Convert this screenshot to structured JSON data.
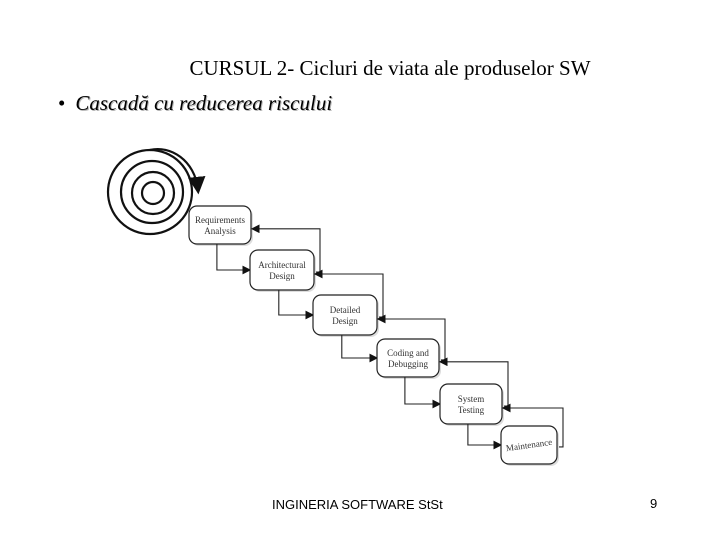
{
  "slide": {
    "title": "CURSUL 2- Cicluri de viata ale produselor SW",
    "bullet": "Cascadă cu reducerea riscului"
  },
  "diagram": {
    "stages": [
      {
        "line1": "Requirements",
        "line2": "Analysis"
      },
      {
        "line1": "Architectural",
        "line2": "Design"
      },
      {
        "line1": "Detailed",
        "line2": "Design"
      },
      {
        "line1": "Coding and",
        "line2": "Debugging"
      },
      {
        "line1": "System",
        "line2": "Testing"
      },
      {
        "line1": "Maintenance",
        "line2": ""
      }
    ]
  },
  "footer": {
    "text": "INGINERIA SOFTWARE StSt",
    "page": "9"
  }
}
